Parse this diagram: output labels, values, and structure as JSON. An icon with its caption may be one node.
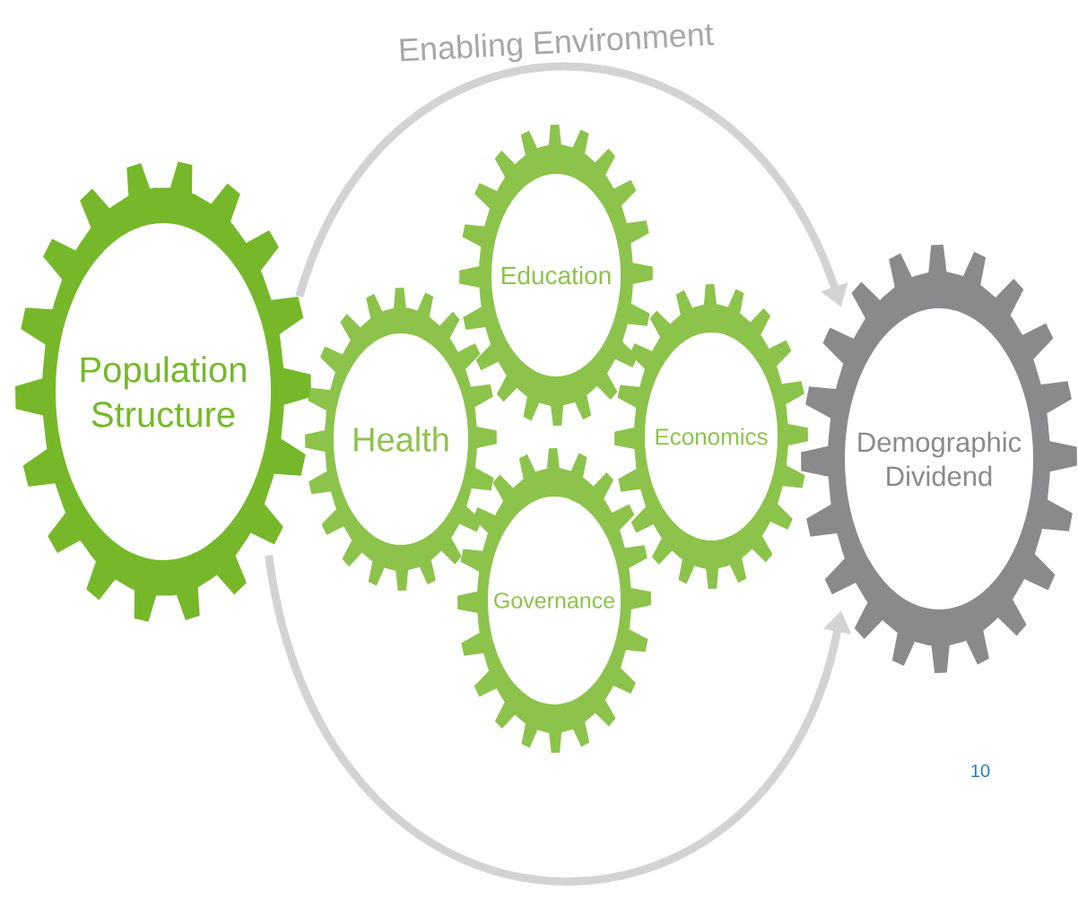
{
  "diagram": {
    "nodes": [
      {
        "text": [
          "Population Structure"
        ]
      },
      {
        "text": [
          "Health"
        ]
      },
      {
        "text": [
          "Education"
        ]
      },
      {
        "text": [
          "Economics"
        ]
      },
      {
        "text": [
          "Governance"
        ]
      },
      {
        "text": [
          "Demographic Dividend"
        ]
      }
    ],
    "edges": [
      {
        "from": 0,
        "to": 5,
        "arrow": "to",
        "label": "Enabling Environment"
      },
      {
        "from": 0,
        "to": 5,
        "arrow": "to"
      }
    ],
    "labels": [
      "10"
    ]
  }
}
